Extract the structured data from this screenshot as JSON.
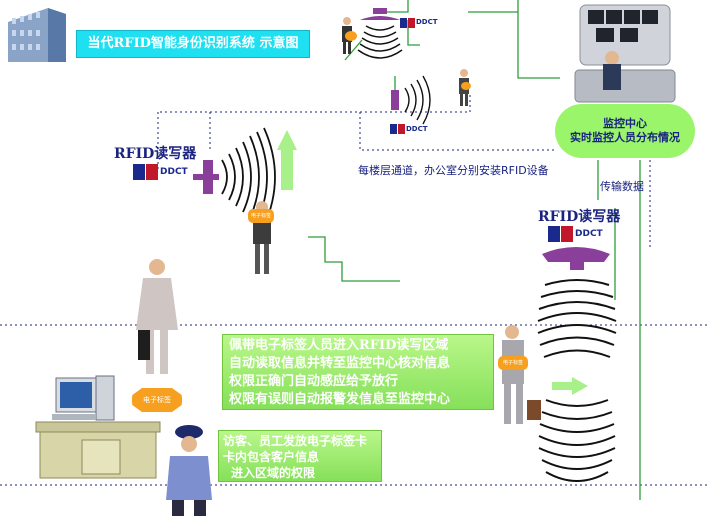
{
  "title": "当代RFID智能身份识别系统 示意图",
  "reader_label_left": "RFID读写器",
  "reader_label_right": "RFID读写器",
  "brand": "DDCT",
  "corridor_note": "每楼层通道，办公室分别安装RFID设备",
  "transfer_note": "传输数据",
  "monitor_center": {
    "line1": "监控中心",
    "line2": "实时监控人员分布情况"
  },
  "entry_info": [
    "佩带电子标签人员进入RFID读写区域",
    "自动读取信息并转至监控中心核对信息",
    "权限正确门自动感应给予放行",
    "权限有误则自动报警发信息至监控中心"
  ],
  "visitor_info": [
    "访客、员工发放电子标签卡",
    "卡内包含客户信息",
    "进入区域的权限"
  ],
  "tag_label": "电子标签",
  "colors": {
    "title_bg": "#1ee0f0",
    "label_blue": "#1a237e",
    "cloud_green": "#9af56a",
    "info_green": "#86e05a",
    "arrow_green": "#a8f08a",
    "reader_purple": "#8a3f9a",
    "tag_orange": "#f7a020",
    "line_green": "#2e9e3a"
  }
}
